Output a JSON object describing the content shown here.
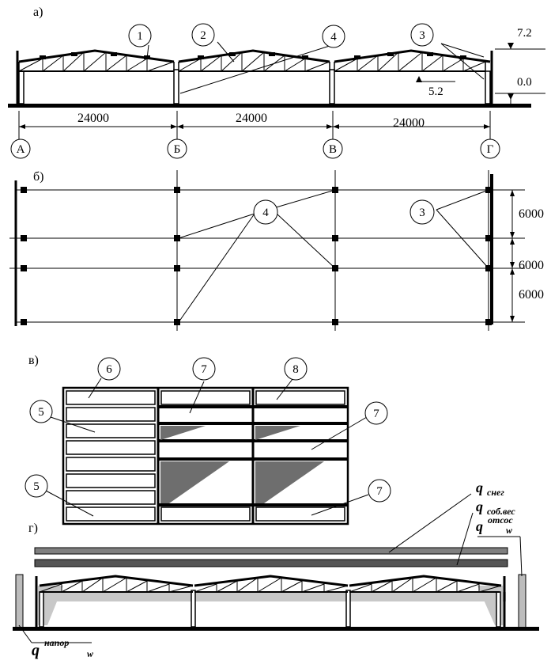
{
  "panels": {
    "a": "а)",
    "b": "б)",
    "v": "в)",
    "g": "г)"
  },
  "callouts": [
    "1",
    "2",
    "3",
    "4",
    "5",
    "6",
    "7",
    "8"
  ],
  "elevations": {
    "top": "7.2",
    "mid": "5.2",
    "zero": "0.0"
  },
  "spans": [
    "24000",
    "24000",
    "24000"
  ],
  "axes": [
    "А",
    "Б",
    "В",
    "Г"
  ],
  "bays": [
    "6000",
    "6000",
    "6000"
  ],
  "loads": {
    "snow_q": "q",
    "snow_sub": "снег",
    "self_q": "q",
    "self_sub": "соб.вес",
    "suction_q": "q",
    "suction_sup": "отсос",
    "suction_sub": "w",
    "pressure_q": "q",
    "pressure_sup": "напор",
    "pressure_sub": "w"
  },
  "colors": {
    "line": "#000000",
    "load_bar": "#7f7f7f",
    "load_bar_dark": "#555555",
    "wind_bar": "#bcbcbc",
    "shade": "#6e6e6e",
    "shade_light": "#c8c8c8"
  }
}
